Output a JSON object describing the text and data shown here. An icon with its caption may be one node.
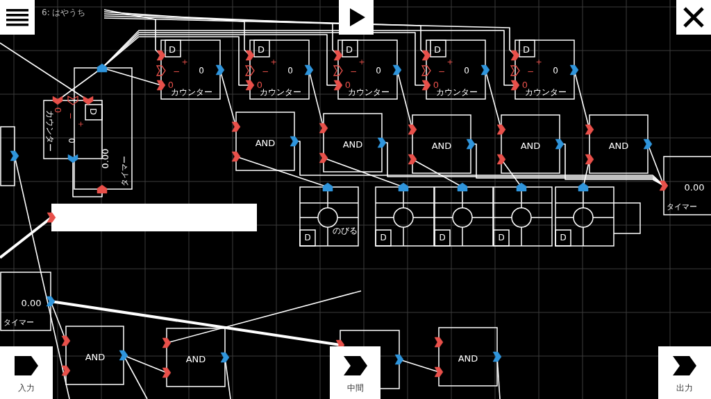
{
  "diagram": {
    "nodes": [
      {
        "text": [
          "0.00",
          "タイマー"
        ]
      },
      {
        "text": [
          "D",
          "+",
          "−",
          "0",
          "0",
          "カウンター"
        ]
      },
      {
        "text": [
          "D",
          "+",
          "−",
          "0",
          "0",
          "カウンター"
        ]
      },
      {
        "text": [
          "D",
          "+",
          "−",
          "0",
          "0",
          "カウンター"
        ]
      },
      {
        "text": [
          "D",
          "+",
          "−",
          "0",
          "0",
          "カウンター"
        ]
      },
      {
        "text": [
          "D",
          "+",
          "−",
          "0",
          "0",
          "カウンター"
        ]
      },
      {
        "text": [
          "D",
          "+",
          "−",
          "0",
          "0",
          "カウンター"
        ]
      },
      {
        "text": [],
        "shape": "box"
      },
      {
        "text": [
          "AND"
        ]
      },
      {
        "text": [
          "AND"
        ]
      },
      {
        "text": [
          "AND"
        ]
      },
      {
        "text": [
          "AND"
        ]
      },
      {
        "text": [
          "AND"
        ]
      },
      {
        "text": [
          "0.00",
          "タイマー"
        ]
      },
      {
        "text": [],
        "shape": "bar"
      },
      {
        "text": [
          "のびる",
          "D"
        ]
      },
      {
        "text": [
          "D"
        ]
      },
      {
        "text": [
          "D"
        ]
      },
      {
        "text": [
          "D"
        ]
      },
      {
        "text": [
          "D"
        ]
      },
      {
        "text": [
          "0.00",
          "タイマー"
        ]
      },
      {
        "text": [
          "AND"
        ]
      },
      {
        "text": [
          "AND"
        ]
      },
      {
        "text": [],
        "shape": "box"
      },
      {
        "text": [
          "AND"
        ]
      }
    ],
    "edges": [
      {
        "from": 0,
        "to": 1,
        "arrow": "none"
      },
      {
        "from": null,
        "to": 1,
        "arrow": "none"
      },
      {
        "from": 0,
        "to": 2,
        "arrow": "none"
      },
      {
        "from": 0,
        "to": 3,
        "arrow": "none"
      },
      {
        "from": 0,
        "to": 4,
        "arrow": "none"
      },
      {
        "from": 0,
        "to": 5,
        "arrow": "none"
      },
      {
        "from": 0,
        "to": 6,
        "arrow": "none"
      },
      {
        "from": 2,
        "to": 8,
        "arrow": "none"
      },
      {
        "from": 3,
        "to": 9,
        "arrow": "none"
      },
      {
        "from": 4,
        "to": 10,
        "arrow": "none"
      },
      {
        "from": 5,
        "to": 11,
        "arrow": "none"
      },
      {
        "from": 6,
        "to": 12,
        "arrow": "none"
      },
      {
        "from": 15,
        "to": 8,
        "arrow": "none"
      },
      {
        "from": 16,
        "to": 9,
        "arrow": "none"
      },
      {
        "from": 17,
        "to": 10,
        "arrow": "none"
      },
      {
        "from": 18,
        "to": 11,
        "arrow": "none"
      },
      {
        "from": 19,
        "to": 12,
        "arrow": "none"
      },
      {
        "from": 8,
        "to": 13,
        "arrow": "none"
      },
      {
        "from": 9,
        "to": 13,
        "arrow": "none"
      },
      {
        "from": 10,
        "to": 13,
        "arrow": "none"
      },
      {
        "from": 11,
        "to": 13,
        "arrow": "none"
      },
      {
        "from": 12,
        "to": 13,
        "arrow": "none"
      },
      {
        "from": 1,
        "to": 0,
        "arrow": "none"
      },
      {
        "from": 20,
        "to": 21,
        "arrow": "none"
      },
      {
        "from": 20,
        "to": 23,
        "arrow": "none",
        "style": "thick"
      },
      {
        "from": 21,
        "to": 22,
        "arrow": "none"
      },
      {
        "from": 23,
        "to": 24,
        "arrow": "none"
      },
      {
        "from": 7,
        "to": null,
        "arrow": "none"
      },
      {
        "from": null,
        "to": 14,
        "arrow": "none",
        "style": "thick"
      },
      {
        "from": null,
        "to": 2,
        "arrow": "none"
      },
      {
        "from": null,
        "to": 3,
        "arrow": "none"
      },
      {
        "from": null,
        "to": 4,
        "arrow": "none"
      },
      {
        "from": null,
        "to": 5,
        "arrow": "none"
      },
      {
        "from": null,
        "to": 6,
        "arrow": "none"
      },
      {
        "from": null,
        "to": 22,
        "arrow": "none"
      },
      {
        "from": 21,
        "to": null,
        "arrow": "none"
      },
      {
        "from": 22,
        "to": null,
        "arrow": "none"
      },
      {
        "from": 24,
        "to": null,
        "arrow": "none"
      }
    ],
    "labels": [
      "6: はやうち",
      "入力",
      "中間",
      "出力"
    ]
  }
}
